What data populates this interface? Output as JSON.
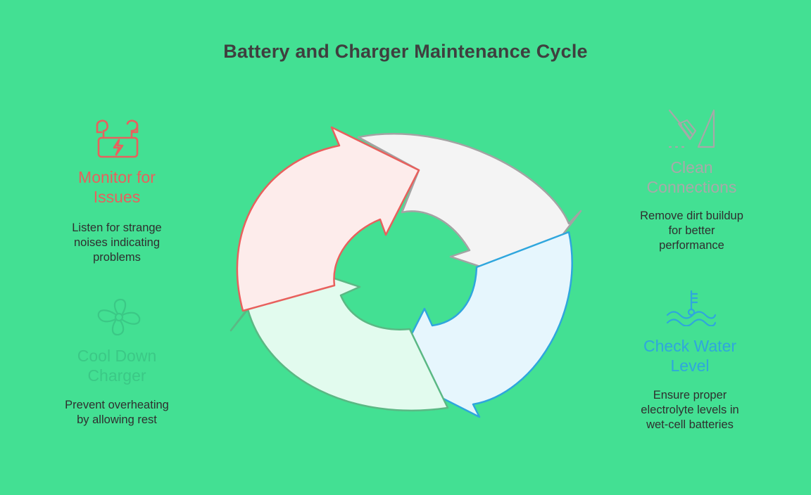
{
  "title": "Battery and Charger Maintenance Cycle",
  "colors": {
    "background": "#43e093",
    "monitor": "#e8605d",
    "clean": "#b0b0b0",
    "water": "#2fa6dd",
    "cool": "#3ecf8a",
    "text": "#2f2f2f"
  },
  "steps": [
    {
      "id": "monitor",
      "title_line1": "Monitor for",
      "title_line2": "Issues",
      "desc_line1": "Listen for strange",
      "desc_line2": "noises indicating",
      "desc_line3": "problems",
      "icon": "airpods-charging-icon"
    },
    {
      "id": "clean",
      "title_line1": "Clean",
      "title_line2": "Connections",
      "desc_line1": "Remove dirt buildup",
      "desc_line2": "for better",
      "desc_line3": "performance",
      "icon": "broom-icon"
    },
    {
      "id": "water",
      "title_line1": "Check Water",
      "title_line2": "Level",
      "desc_line1": "Ensure proper",
      "desc_line2": "electrolyte levels in",
      "desc_line3": "wet-cell batteries",
      "icon": "water-level-icon"
    },
    {
      "id": "cool",
      "title_line1": "Cool Down",
      "title_line2": "Charger",
      "desc_line1": "Prevent overheating",
      "desc_line2": "by allowing rest",
      "icon": "fan-icon"
    }
  ]
}
